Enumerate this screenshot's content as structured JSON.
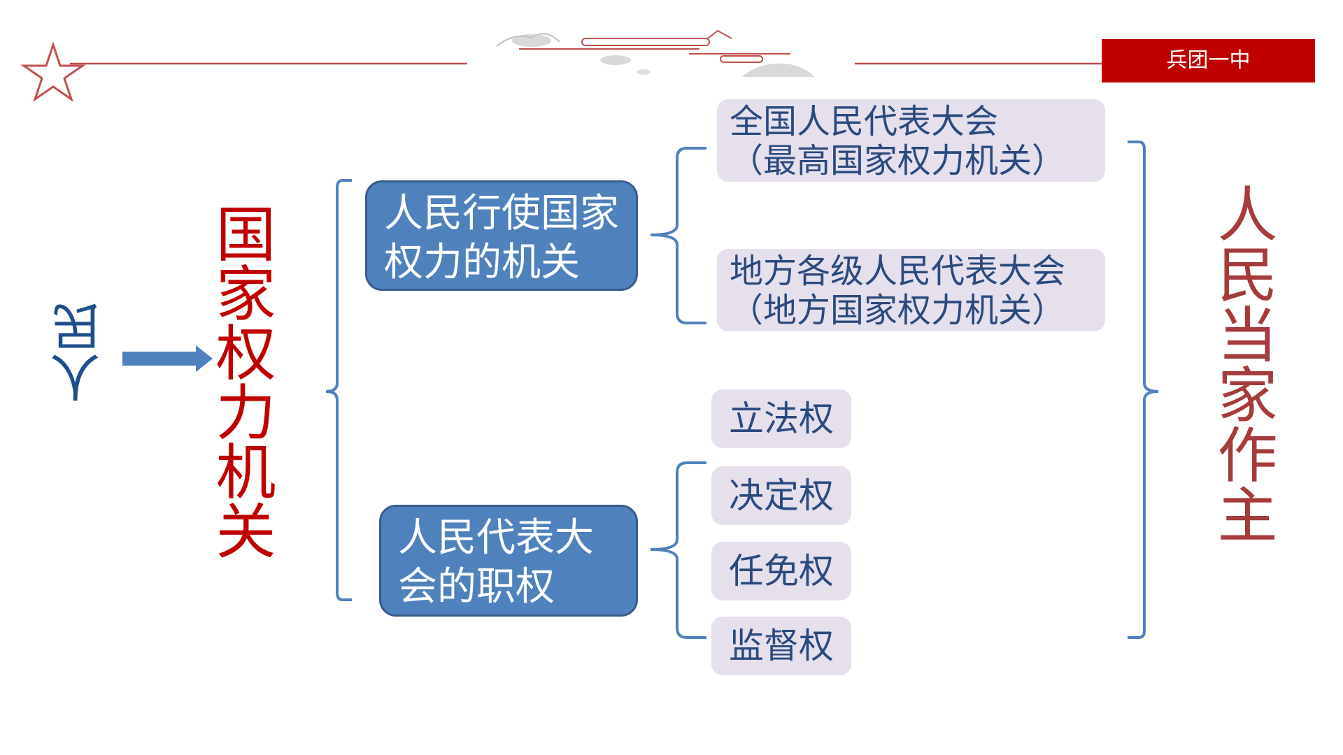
{
  "header": {
    "school_name": "兵团一中"
  },
  "diagram": {
    "root_label": "人民",
    "main_label": "国家权力机关",
    "conclusion_label": "人民当家作主",
    "branches": [
      {
        "label_lines": [
          "人民行使国家",
          "权力的机关"
        ],
        "children": [
          {
            "lines": [
              "全国人民代表大会",
              "（最高国家权力机关）"
            ]
          },
          {
            "lines": [
              "地方各级人民代表大会",
              "（地方国家权力机关）"
            ]
          }
        ]
      },
      {
        "label_lines": [
          "人民代表大",
          "会的职权"
        ],
        "children": [
          {
            "text": "立法权"
          },
          {
            "text": "决定权"
          },
          {
            "text": "任免权"
          },
          {
            "text": "监督权"
          }
        ]
      }
    ]
  },
  "colors": {
    "accent_red": "#c00000",
    "deep_blue": "#1f4e8c",
    "box_blue": "#4f81bd",
    "leaf_lavender": "#e5e0ec",
    "bracket_blue": "#4f81bd",
    "conclusion_red": "#a63b3b"
  },
  "icons": {
    "star": "star-outline-icon",
    "cloud": "cloud-ornament-icon",
    "arrow": "arrow-right-icon"
  }
}
